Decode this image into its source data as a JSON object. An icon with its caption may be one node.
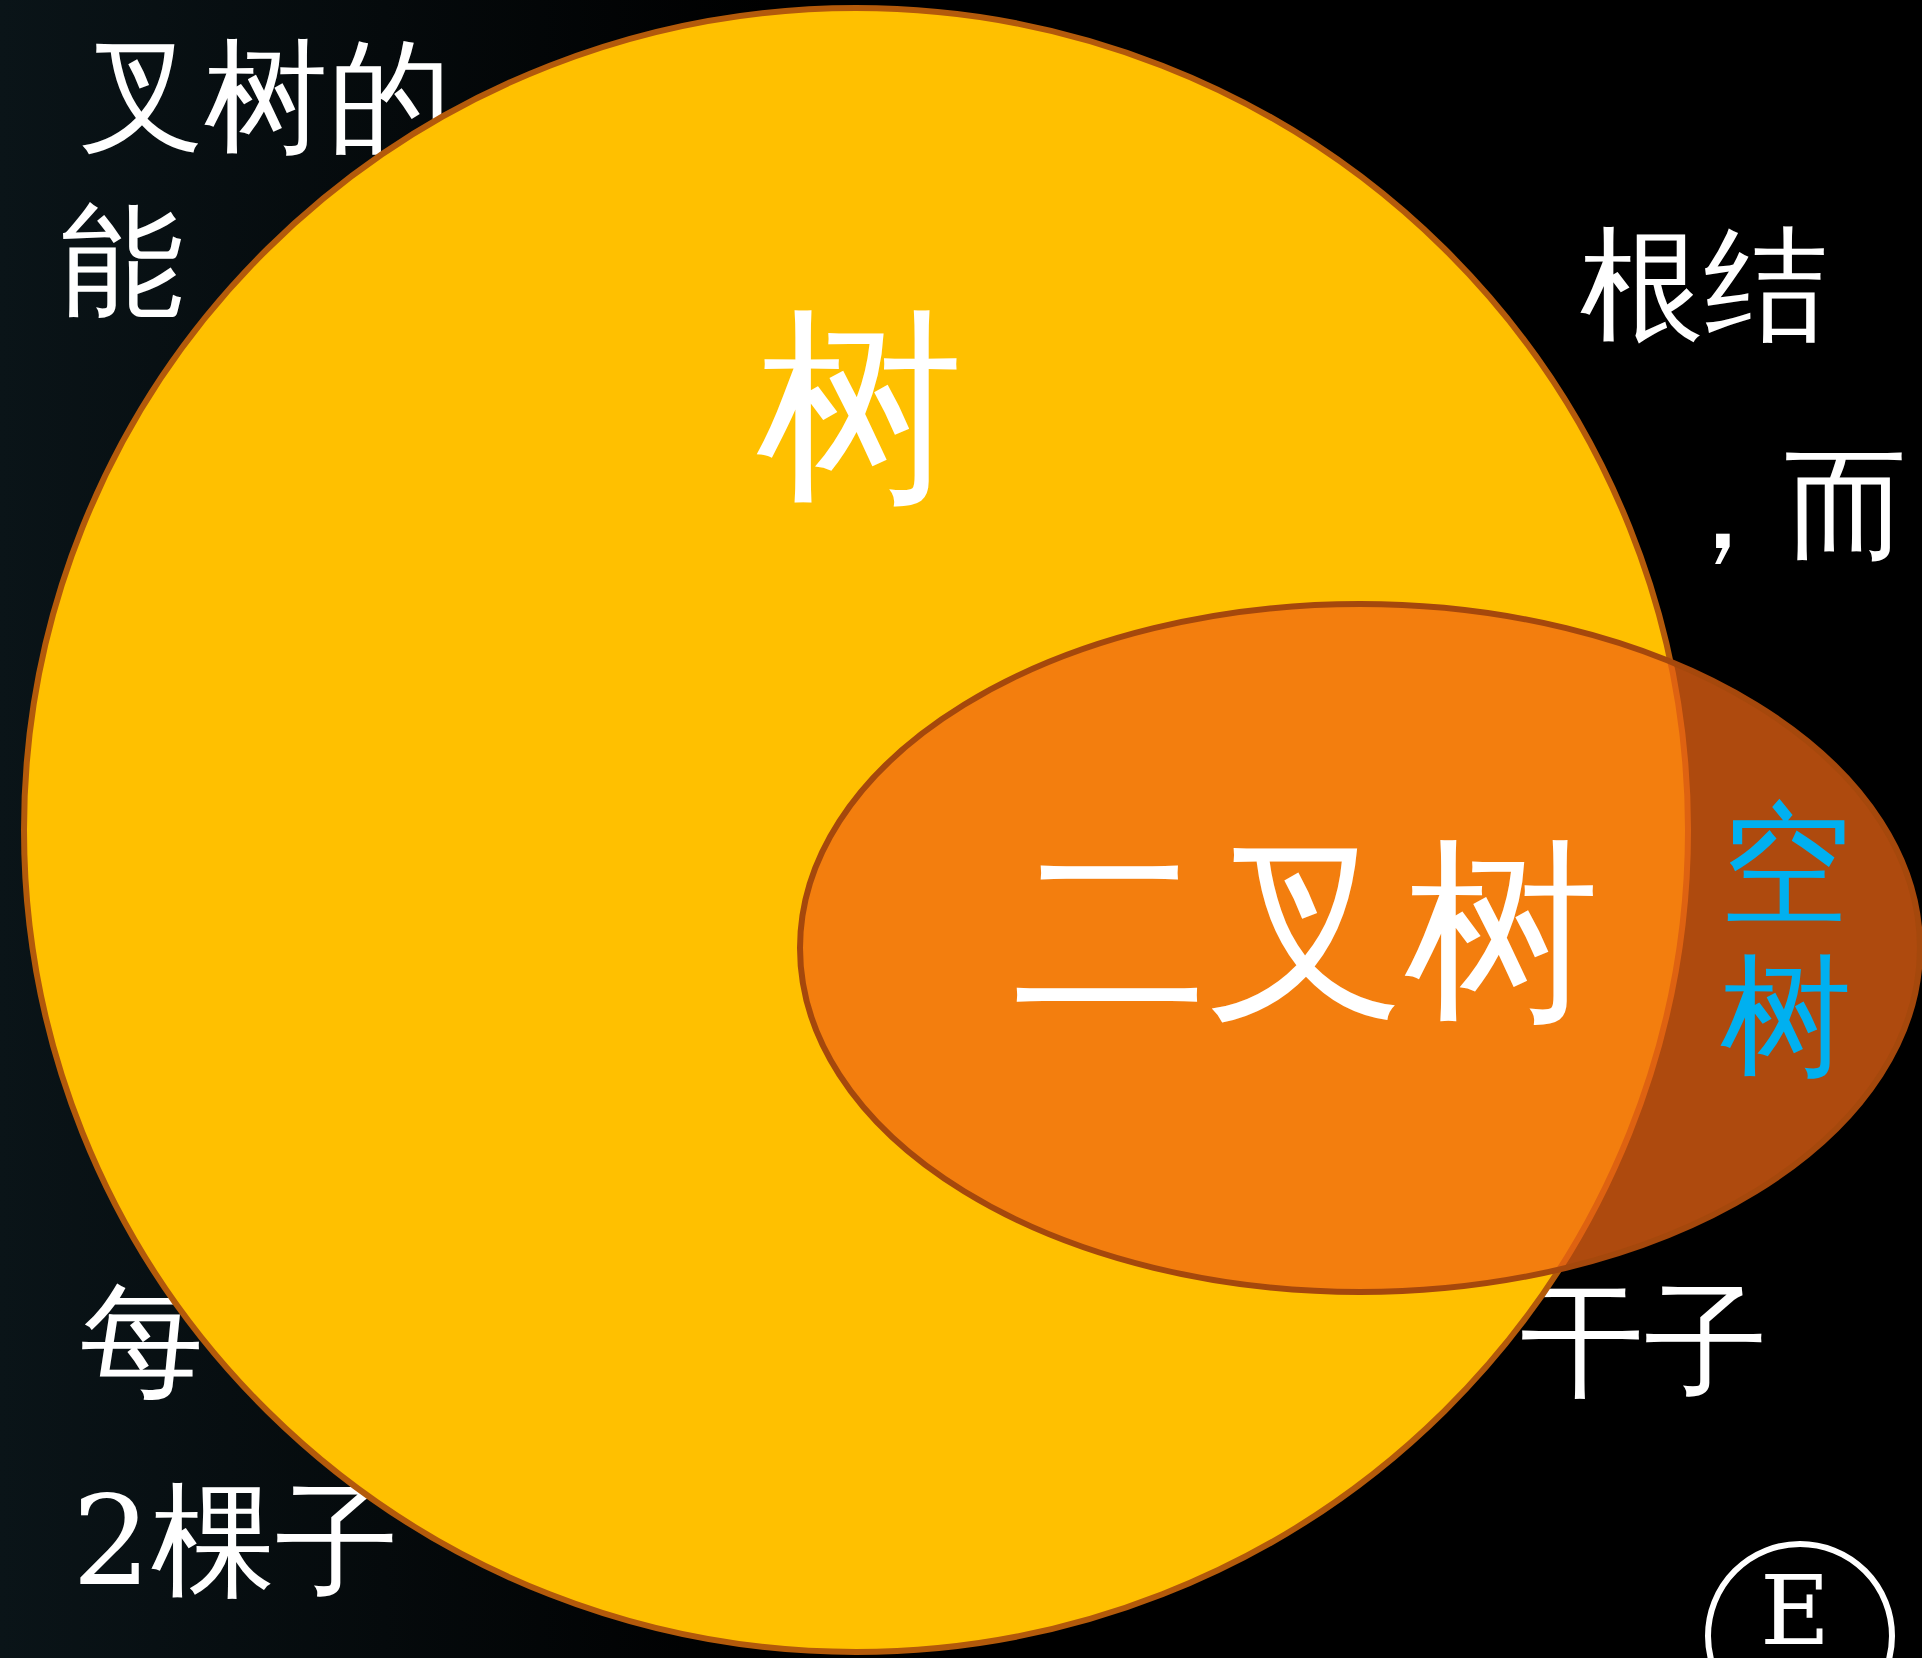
{
  "diagram": {
    "nodes": [
      {
        "text": [
          "树"
        ]
      },
      {
        "text": [
          "二叉树",
          "空树"
        ]
      },
      {
        "text": [
          "E"
        ]
      }
    ],
    "edges": [],
    "labels": [
      "叉树的",
      "能",
      "根结",
      "，而",
      "每",
      "干子",
      "2棵子"
    ]
  }
}
